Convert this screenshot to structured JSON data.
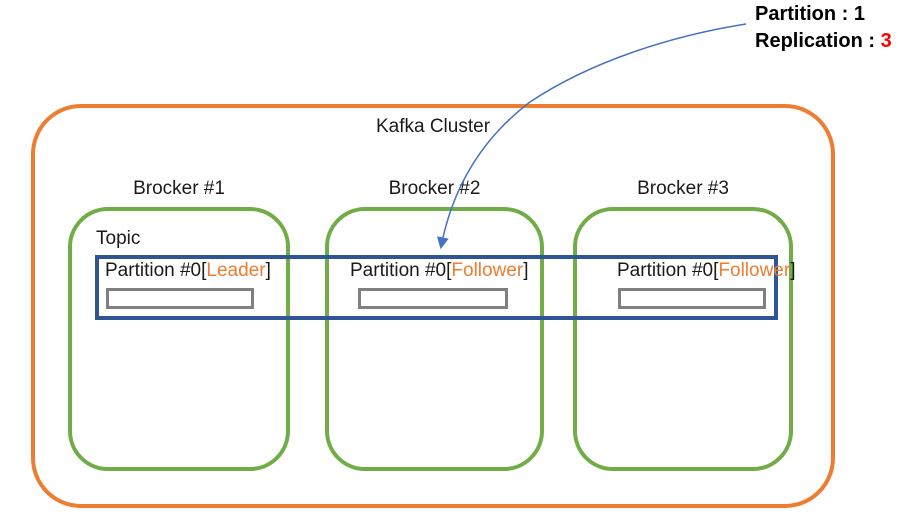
{
  "annotation": {
    "line1": "Partition : 1",
    "line2_prefix": "Replication : ",
    "line2_value": "3"
  },
  "cluster": {
    "label": "Kafka Cluster"
  },
  "topic": {
    "label": "Topic"
  },
  "brokers": [
    {
      "label": "Brocker #1",
      "partition": {
        "prefix": "Partition #0[",
        "role": "Leader",
        "suffix": "]"
      }
    },
    {
      "label": "Brocker #2",
      "partition": {
        "prefix": "Partition #0[",
        "role": "Follower",
        "suffix": "]"
      }
    },
    {
      "label": "Brocker #3",
      "partition": {
        "prefix": "Partition #0[",
        "role": "Follower",
        "suffix": "]"
      }
    }
  ],
  "colors": {
    "cluster_border": "#ED7D31",
    "broker_border": "#70AD47",
    "topic_border": "#2F5597",
    "segment_border": "#808080",
    "role_text": "#ED7D31",
    "replication_value": "#FF0000",
    "arrow": "#4472C4"
  }
}
